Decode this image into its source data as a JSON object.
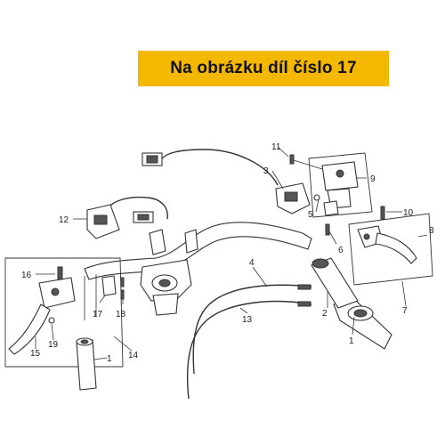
{
  "banner": {
    "text": "Na obrázku díl číslo 17",
    "color": "#f5b800"
  },
  "diagram": {
    "labels": [
      {
        "id": "callout-1-right",
        "text": "1"
      },
      {
        "id": "callout-1-left",
        "text": "1"
      },
      {
        "id": "callout-2",
        "text": "2"
      },
      {
        "id": "callout-3",
        "text": "3"
      },
      {
        "id": "callout-4",
        "text": "4"
      },
      {
        "id": "callout-5",
        "text": "5"
      },
      {
        "id": "callout-6",
        "text": "6"
      },
      {
        "id": "callout-7",
        "text": "7"
      },
      {
        "id": "callout-8",
        "text": "8"
      },
      {
        "id": "callout-9",
        "text": "9"
      },
      {
        "id": "callout-10",
        "text": "10"
      },
      {
        "id": "callout-11",
        "text": "11"
      },
      {
        "id": "callout-12",
        "text": "12"
      },
      {
        "id": "callout-13",
        "text": "13"
      },
      {
        "id": "callout-14",
        "text": "14"
      },
      {
        "id": "callout-15",
        "text": "15"
      },
      {
        "id": "callout-16",
        "text": "16"
      },
      {
        "id": "callout-17",
        "text": "17"
      },
      {
        "id": "callout-18",
        "text": "18"
      },
      {
        "id": "callout-19",
        "text": "19"
      }
    ]
  }
}
